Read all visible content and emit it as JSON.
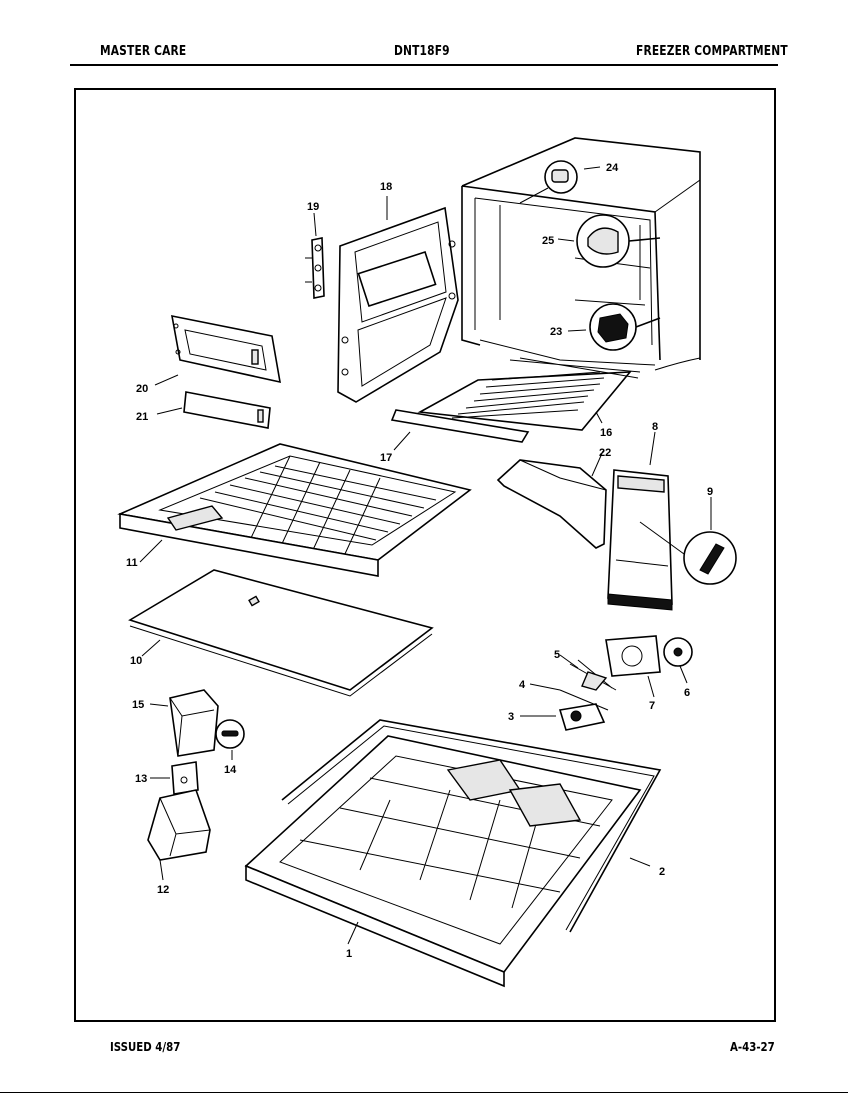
{
  "header": {
    "left": "MASTER CARE",
    "center": "DNT18F9",
    "right": "FREEZER COMPARTMENT"
  },
  "footer": {
    "left": "ISSUED 4/87",
    "right": "A-43-27"
  },
  "callouts": {
    "c1": "1",
    "c2": "2",
    "c3": "3",
    "c4": "4",
    "c5": "5",
    "c6": "6",
    "c7": "7",
    "c8": "8",
    "c9": "9",
    "c10": "10",
    "c11": "11",
    "c12": "12",
    "c13": "13",
    "c14": "14",
    "c15": "15",
    "c16": "16",
    "c17": "17",
    "c18": "18",
    "c19": "19",
    "c20": "20",
    "c21": "21",
    "c22": "22",
    "c23": "23",
    "c24": "24",
    "c25": "25"
  }
}
